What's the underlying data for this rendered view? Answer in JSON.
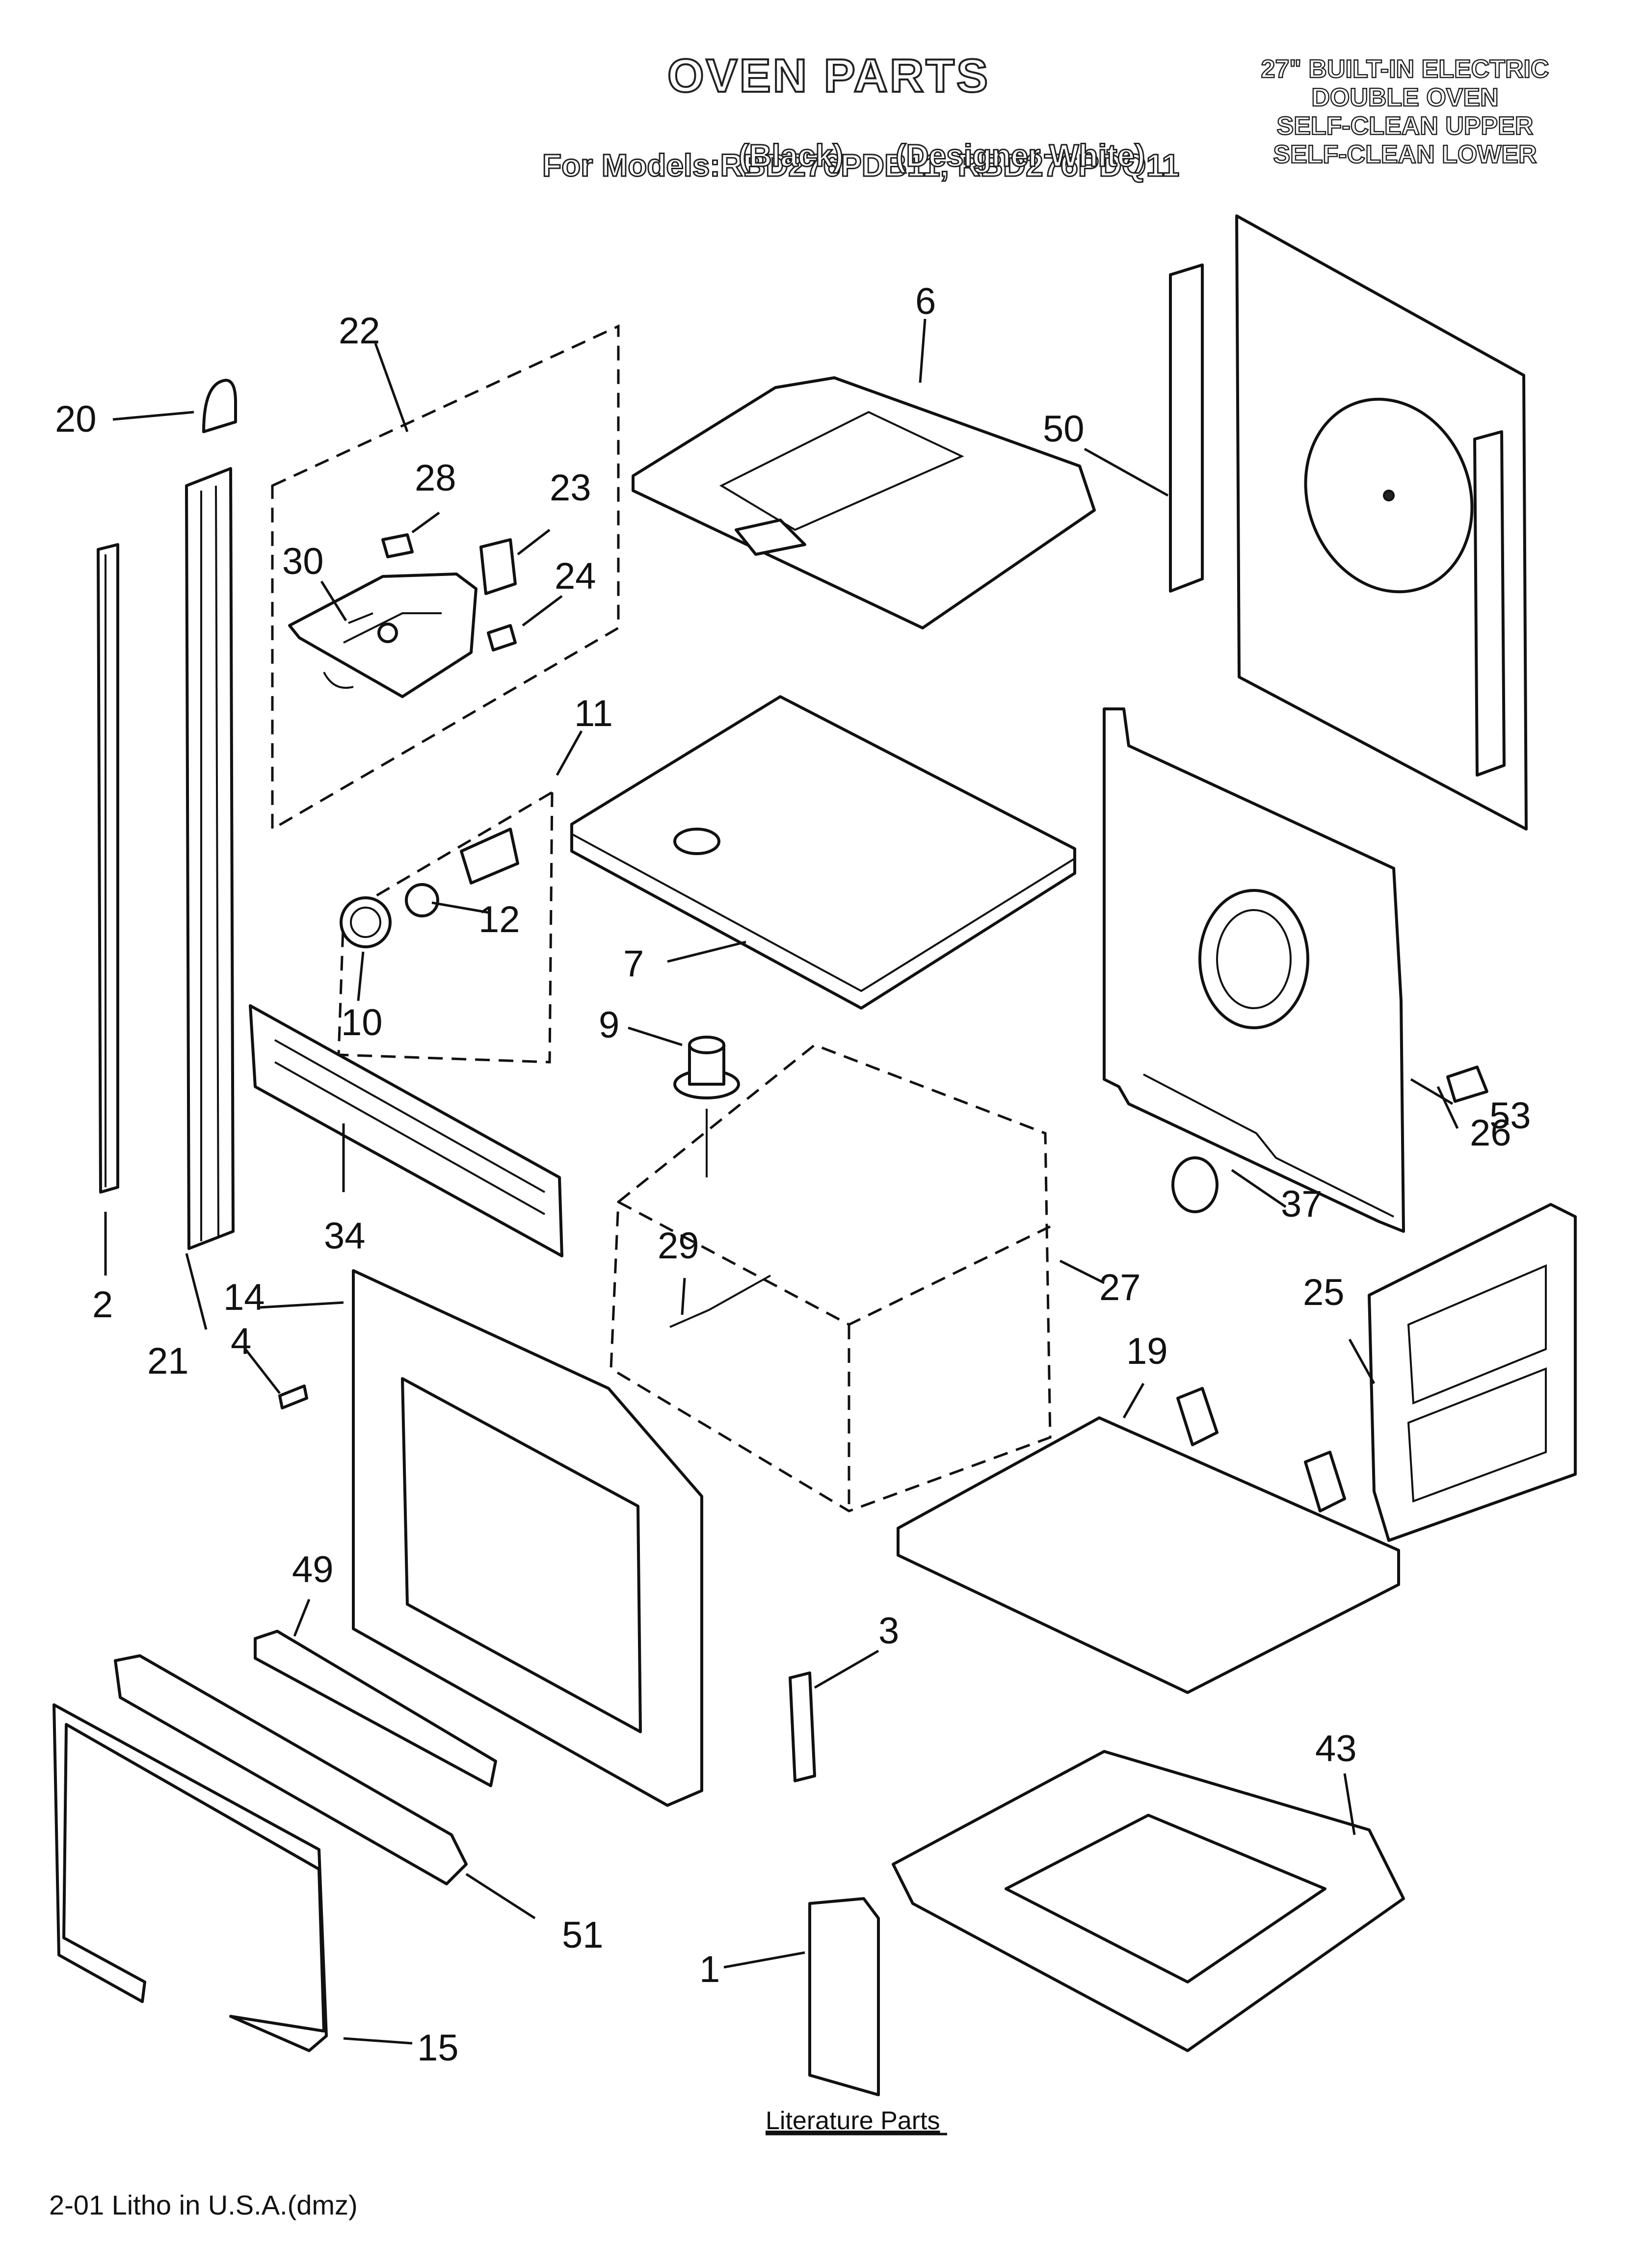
{
  "header": {
    "title": "OVEN PARTS",
    "models_line": "For Models:RBD276PDB11, RBD276PDQ11",
    "variant_black": "(Black)",
    "variant_white": "(Designer White)",
    "product_lines": [
      "27\" BUILT-IN ELECTRIC",
      "DOUBLE OVEN",
      "SELF-CLEAN UPPER",
      "SELF-CLEAN LOWER"
    ]
  },
  "callouts": [
    "1",
    "2",
    "3",
    "4",
    "6",
    "7",
    "9",
    "10",
    "11",
    "12",
    "14",
    "15",
    "19",
    "20",
    "21",
    "22",
    "23",
    "24",
    "25",
    "26",
    "27",
    "28",
    "29",
    "30",
    "34",
    "37",
    "43",
    "49",
    "50",
    "51",
    "53"
  ],
  "literature_label": "Literature Parts",
  "footer": "2-01 Litho in U.S.A.(dmz)"
}
